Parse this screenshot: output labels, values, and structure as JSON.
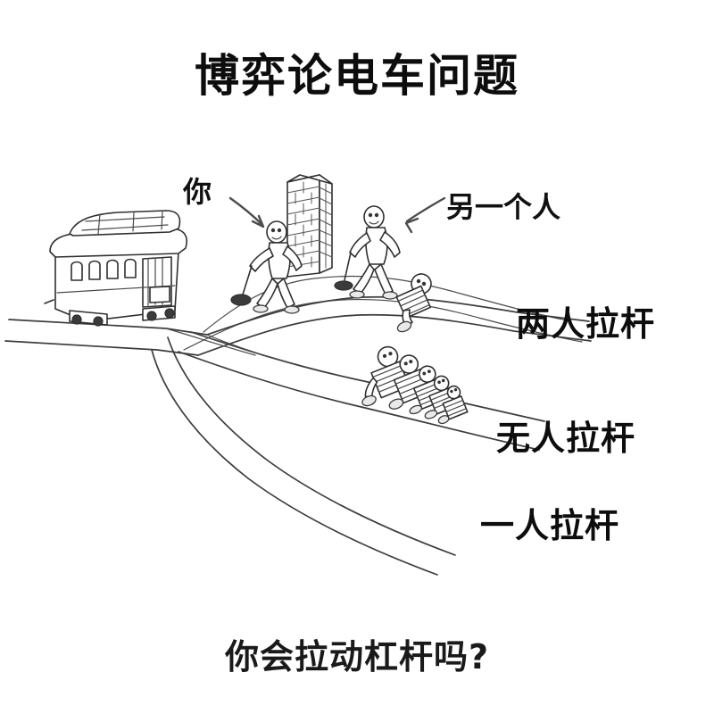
{
  "meme": {
    "title": "博弈论电车问题",
    "caption": "你会拉动杠杆吗?",
    "background_color": "#ffffff",
    "ink_color": "#2b2b2b",
    "text_color": "#0d0d0d"
  },
  "actors": [
    {
      "id": "you",
      "label": "你",
      "role": "lever-operator-left",
      "side": "left-of-wall"
    },
    {
      "id": "other",
      "label": "另一个人",
      "role": "lever-operator-right",
      "side": "right-of-wall"
    }
  ],
  "tracks": [
    {
      "id": "two-pull",
      "label": "两人拉杆",
      "victims": 1,
      "outcome": "one person tied to this track"
    },
    {
      "id": "none-pull",
      "label": "无人拉杆",
      "victims": 5,
      "outcome": "five people tied to this track"
    },
    {
      "id": "one-pull",
      "label": "一人拉杆",
      "victims": 0,
      "outcome": "empty track"
    }
  ],
  "scene_objects": {
    "trolley": "trolley-car",
    "wall": "brick-wall",
    "arrow_left": "arrow-pointing-to-you",
    "arrow_right": "arrow-pointing-to-other-person",
    "ground": "hill-ground-line"
  }
}
